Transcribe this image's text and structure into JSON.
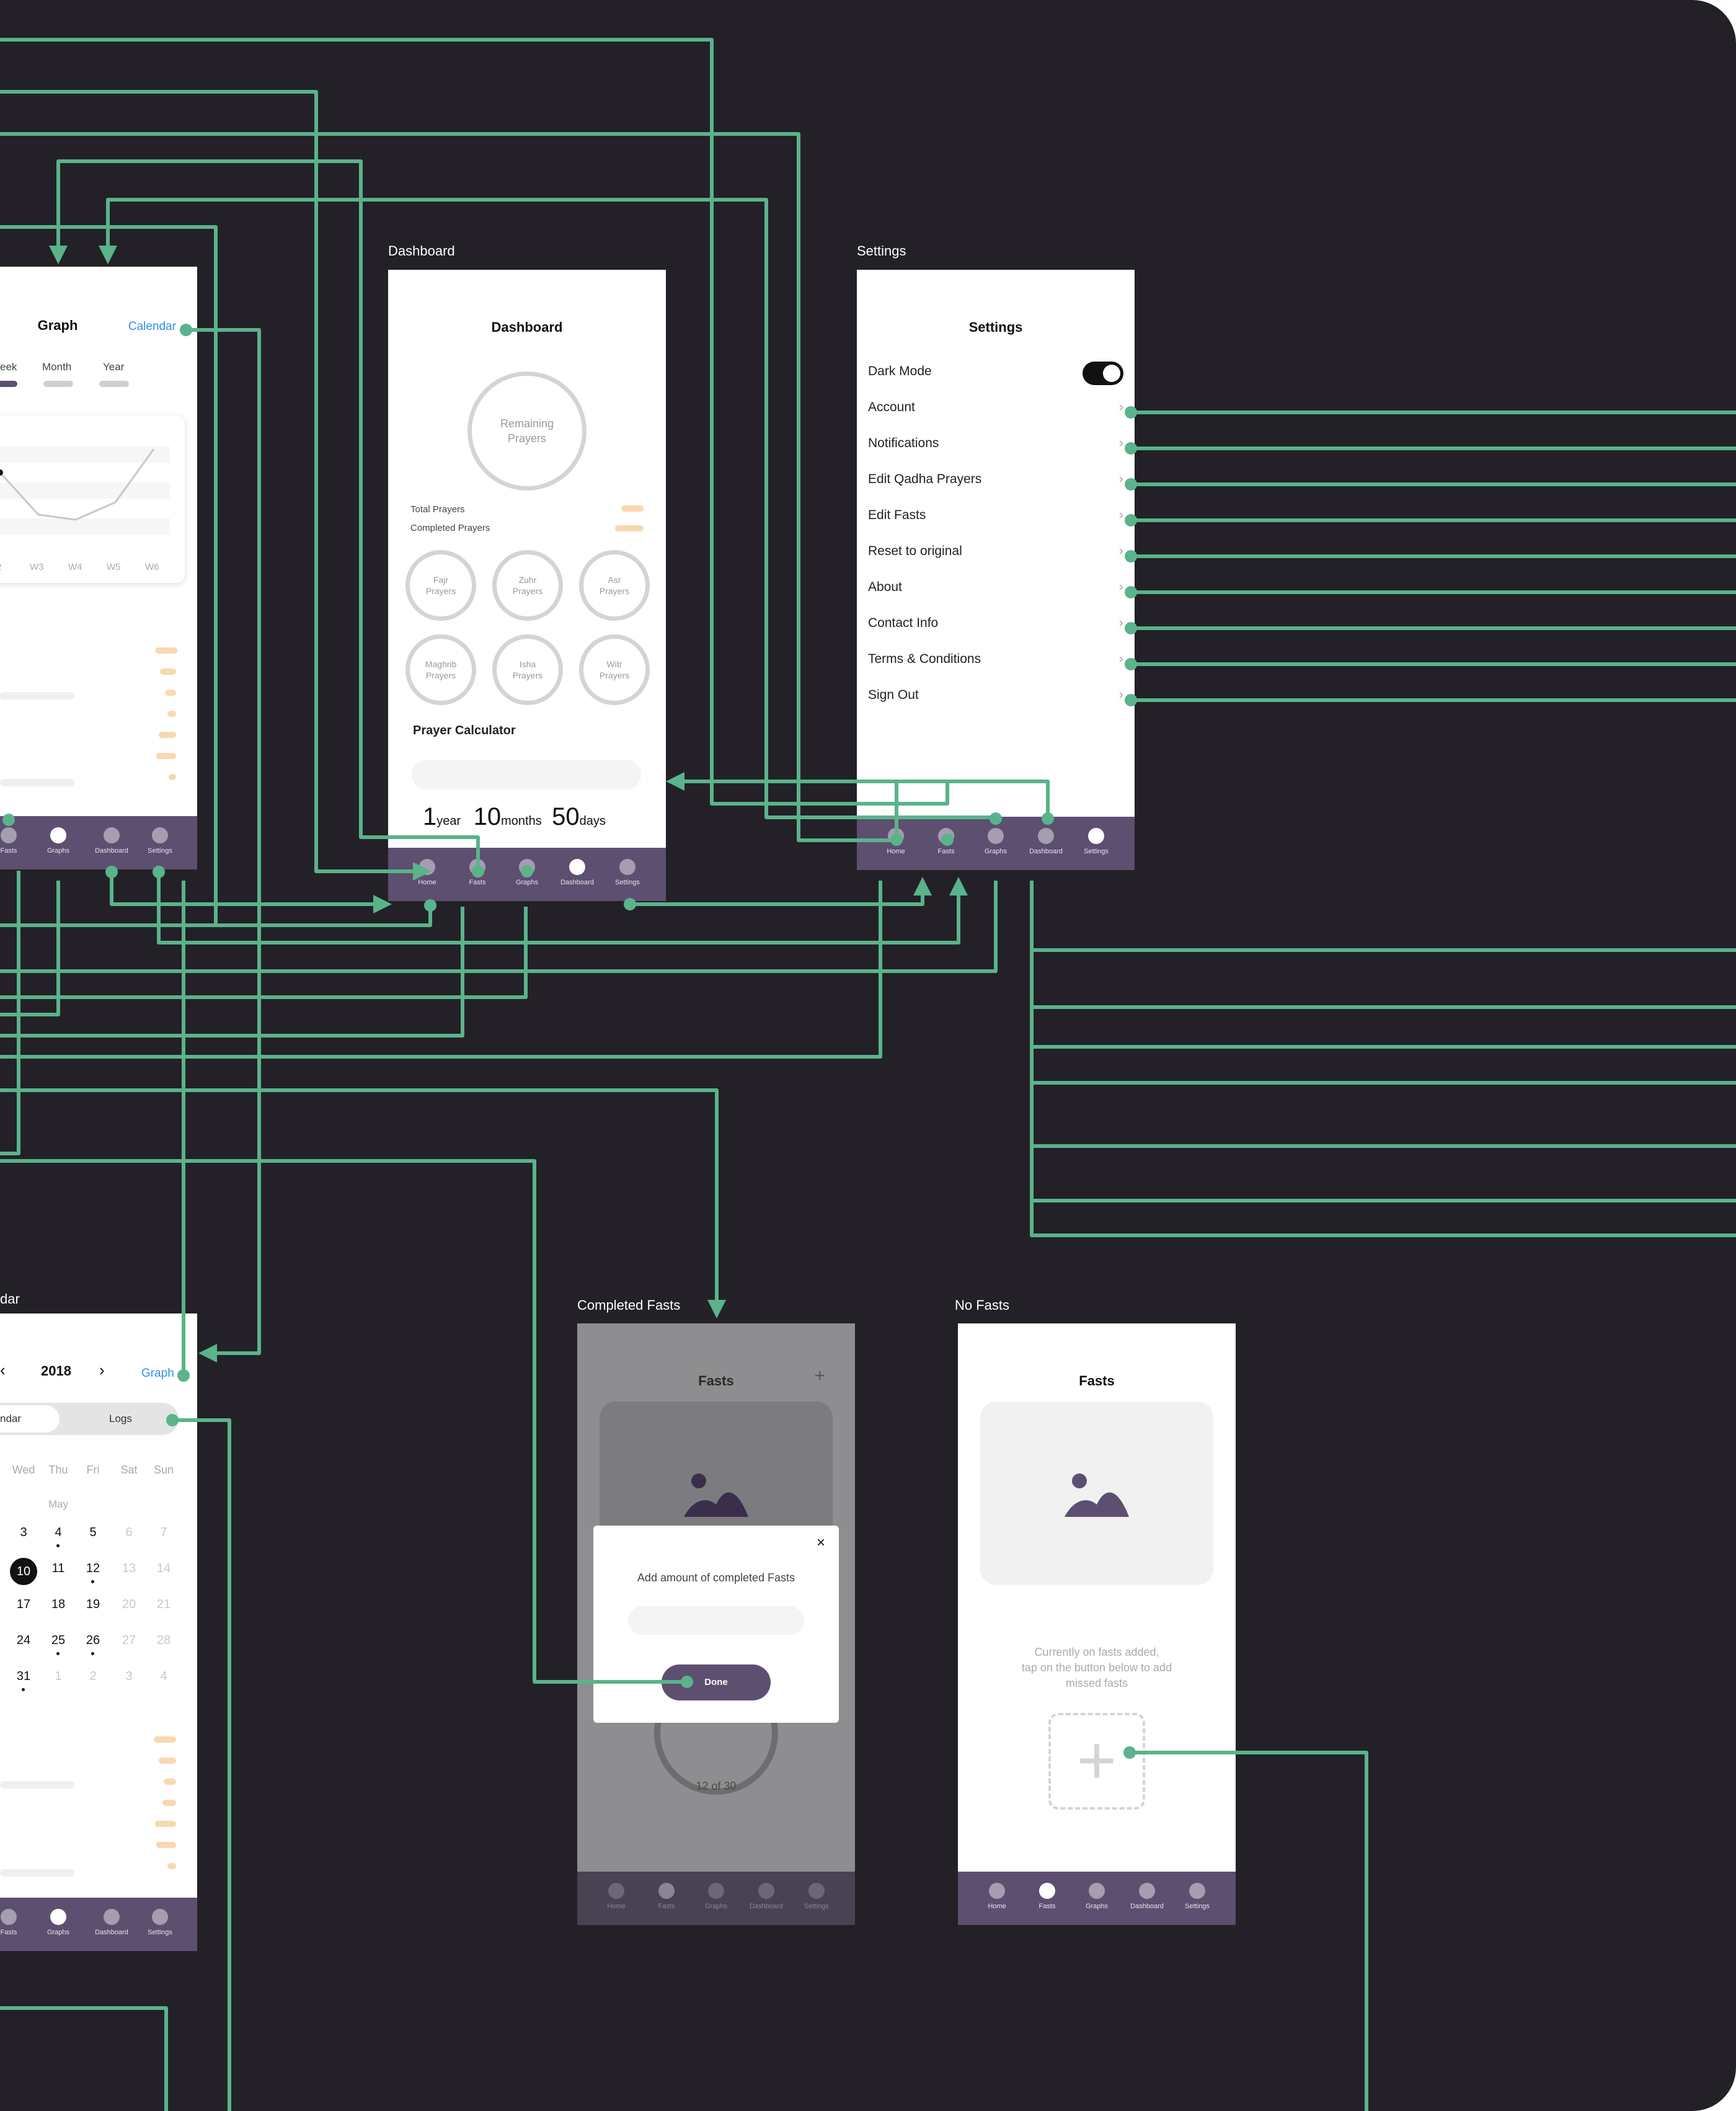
{
  "frames": {
    "dashboard_title": "Dashboard",
    "settings_title": "Settings",
    "completed_fasts_title": "Completed Fasts",
    "no_fasts_title": "No Fasts",
    "calendar_title_partial": "dar"
  },
  "graph_screen": {
    "title": "Graph",
    "calendar_link": "Calendar",
    "periods": [
      "eek",
      "Month",
      "Year"
    ],
    "week_ticks": [
      "/2",
      "W3",
      "W4",
      "W5",
      "W6"
    ]
  },
  "dashboard": {
    "header": "Dashboard",
    "remaining_line1": "Remaining",
    "remaining_line2": "Prayers",
    "total_prayers": "Total Prayers",
    "completed_prayers": "Completed Prayers",
    "prayers": [
      {
        "l1": "Fajr",
        "l2": "Prayers"
      },
      {
        "l1": "Zuhr",
        "l2": "Prayers"
      },
      {
        "l1": "Asr",
        "l2": "Prayers"
      },
      {
        "l1": "Maghrib",
        "l2": "Prayers"
      },
      {
        "l1": "Isha",
        "l2": "Prayers"
      },
      {
        "l1": "Witr",
        "l2": "Prayers"
      }
    ],
    "calculator_title": "Prayer Calculator",
    "years_num": "1",
    "years_unit": "year",
    "months_num": "10",
    "months_unit": "months",
    "days_num": "50",
    "days_unit": "days"
  },
  "settings": {
    "header": "Settings",
    "dark_mode": "Dark Mode",
    "dark_mode_on": true,
    "items": [
      "Account",
      "Notifications",
      "Edit Qadha Prayers",
      "Edit Fasts",
      "Reset to original",
      "About",
      "Contact Info",
      "Terms & Conditions",
      "Sign Out"
    ]
  },
  "tabs_full": [
    "Home",
    "Fasts",
    "Graphs",
    "Dashboard",
    "Settings"
  ],
  "tabs_partial": [
    "Fasts",
    "Graphs",
    "Dashboard",
    "Settings"
  ],
  "calendar_screen": {
    "year": "2018",
    "graph_link": "Graph",
    "seg_calendar": "ndar",
    "seg_logs": "Logs",
    "weekdays": [
      "Wed",
      "Thu",
      "Fri",
      "Sat",
      "Sun"
    ],
    "month": "May",
    "rows": [
      [
        "3",
        "4",
        "5",
        "6",
        "7"
      ],
      [
        "10",
        "11",
        "12",
        "13",
        "14"
      ],
      [
        "17",
        "18",
        "19",
        "20",
        "21"
      ],
      [
        "24",
        "25",
        "26",
        "27",
        "28"
      ],
      [
        "31",
        "1",
        "2",
        "3",
        "4"
      ]
    ]
  },
  "completed_fasts": {
    "header": "Fasts",
    "plus": "+",
    "modal_close": "×",
    "modal_title": "Add amount of completed Fasts",
    "done_button": "Done",
    "progress": "12 of 30"
  },
  "no_fasts": {
    "header": "Fasts",
    "msg_line1": "Currently on fasts added,",
    "msg_line2": "tap on the button below to add",
    "msg_line3": "missed fasts",
    "add_symbol": "+"
  },
  "colors": {
    "canvas": "#232127",
    "wire": "#5ab38b",
    "tabbar": "#5d4f70",
    "link_blue": "#2d8ff0",
    "accent_orange": "#f8d8b0"
  }
}
